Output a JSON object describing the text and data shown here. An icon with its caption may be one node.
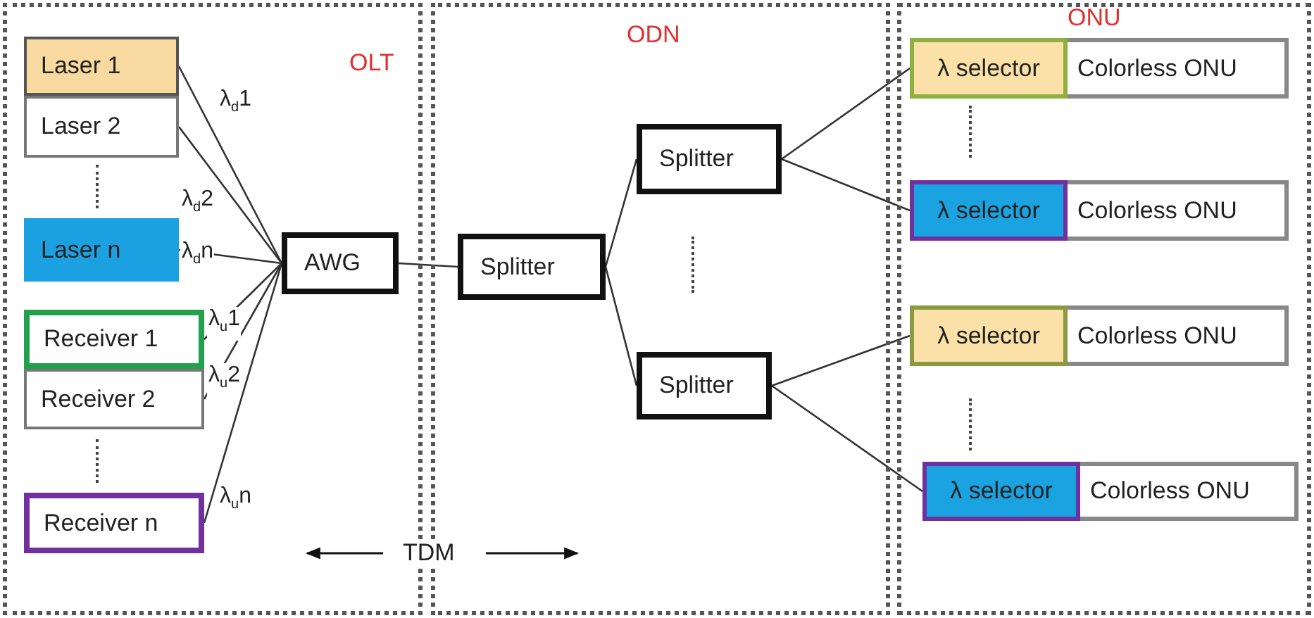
{
  "diagram": {
    "nodes": [
      {
        "text": [
          "OLT"
        ]
      },
      {
        "text": [
          "ODN"
        ]
      },
      {
        "text": [
          "ONU"
        ]
      },
      {
        "text": [
          "Laser 1"
        ],
        "in": 0
      },
      {
        "text": [
          "Laser 2"
        ],
        "in": 0
      },
      {
        "text": [
          "Laser n"
        ],
        "in": 0
      },
      {
        "text": [
          "Receiver 1"
        ],
        "in": 0
      },
      {
        "text": [
          "Receiver 2"
        ],
        "in": 0
      },
      {
        "text": [
          "Receiver n"
        ],
        "in": 0
      },
      {
        "text": [
          "AWG"
        ],
        "in": 0
      },
      {
        "text": [
          "Splitter"
        ],
        "in": 1
      },
      {
        "text": [
          "Splitter"
        ],
        "in": 1
      },
      {
        "text": [
          "Splitter"
        ],
        "in": 1
      },
      {
        "text": [
          "Colorless ONU"
        ],
        "in": 2
      },
      {
        "text": [
          "λ selector"
        ],
        "in": 13
      },
      {
        "text": [
          "Colorless ONU"
        ],
        "in": 2
      },
      {
        "text": [
          "λ selector"
        ],
        "in": 15
      },
      {
        "text": [
          "Colorless ONU"
        ],
        "in": 2
      },
      {
        "text": [
          "λ selector"
        ],
        "in": 17
      },
      {
        "text": [
          "Colorless ONU"
        ],
        "in": 2
      },
      {
        "text": [
          "λ selector"
        ],
        "in": 19
      }
    ],
    "edges": [
      {
        "from": 3,
        "to": 9,
        "arrow": "none",
        "label": "λ$_{d}$1"
      },
      {
        "from": 4,
        "to": 9,
        "arrow": "none",
        "label": "λ$_{d}$2"
      },
      {
        "from": 5,
        "to": 9,
        "arrow": "none",
        "label": "λ$_{d}$n"
      },
      {
        "from": 6,
        "to": 9,
        "arrow": "none",
        "label": "λ$_{u}$1"
      },
      {
        "from": 7,
        "to": 9,
        "arrow": "none",
        "label": "λ$_{u}$2"
      },
      {
        "from": 8,
        "to": 9,
        "arrow": "none",
        "label": "λ$_{u}$n"
      },
      {
        "from": 9,
        "to": 10,
        "arrow": "none"
      },
      {
        "from": 10,
        "to": 11,
        "arrow": "none"
      },
      {
        "from": 10,
        "to": 12,
        "arrow": "none"
      },
      {
        "from": 11,
        "to": 14,
        "arrow": "none"
      },
      {
        "from": 11,
        "to": 16,
        "arrow": "none"
      },
      {
        "from": 12,
        "to": 18,
        "arrow": "none"
      },
      {
        "from": 12,
        "to": 20,
        "arrow": "none"
      }
    ],
    "labels": [
      "TDM"
    ]
  }
}
